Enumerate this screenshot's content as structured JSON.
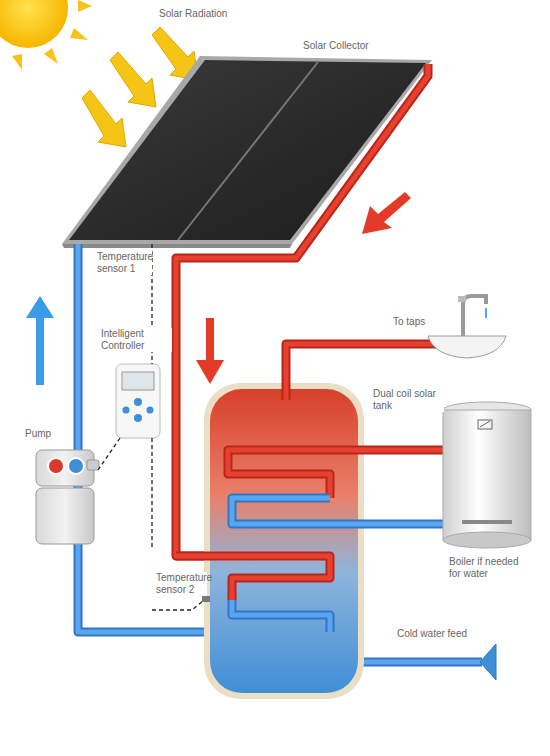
{
  "diagram": {
    "labels": [
      "Solar Radiation",
      "Solar Collector",
      "Temperature sensor 1",
      "Intelligent Controller",
      "Pump",
      "To taps",
      "Dual coil solar tank",
      "Boiler if needed for water",
      "Temperature sensor 2",
      "Cold water feed"
    ]
  }
}
